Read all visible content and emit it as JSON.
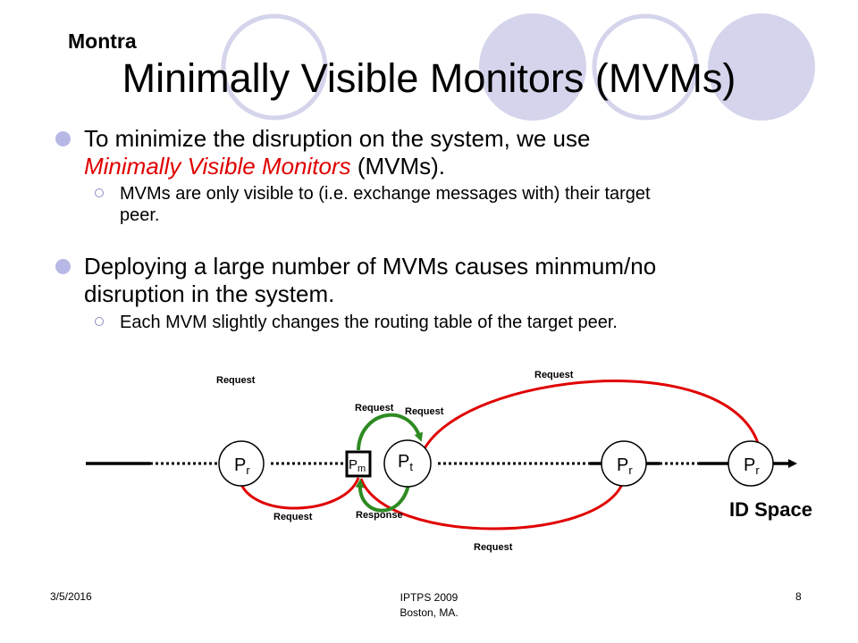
{
  "header": {
    "brand": "Montra",
    "title": "Minimally Visible Monitors (MVMs)"
  },
  "bullets": [
    {
      "line1": "To minimize the disruption on the system, we use",
      "emph": "Minimally Visible Monitors",
      "after_emph": " (MVMs).",
      "sub": [
        {
          "line1": "MVMs are only visible to (i.e. exchange messages with) their target",
          "line2": "peer."
        }
      ]
    },
    {
      "line1": "Deploying a large number of MVMs causes minmum/no",
      "line2": "disruption in the system.",
      "sub": [
        {
          "line1": "Each MVM slightly changes the routing table of the target peer."
        }
      ]
    }
  ],
  "diagram": {
    "axis_label": "ID Space",
    "nodes": [
      {
        "base": "P",
        "sub": "r"
      },
      {
        "base": "P",
        "sub": "m"
      },
      {
        "base": "P",
        "sub": "t"
      },
      {
        "base": "P",
        "sub": "r"
      },
      {
        "base": "P",
        "sub": "r"
      }
    ],
    "arc_labels": {
      "top_left_request": "Request",
      "top_right_request": "Request",
      "green_top_left": "Request",
      "green_top_right": "Request",
      "bottom_left_request": "Request",
      "green_bottom": "Response",
      "bottom_right_request": "Request"
    },
    "colors": {
      "red_arc": "#e00000",
      "green_arc": "#2e8b22",
      "line": "#000000"
    }
  },
  "footer": {
    "date": "3/5/2016",
    "venue_line1": "IPTPS 2009",
    "venue_line2": "Boston, MA.",
    "page": "8"
  },
  "colors": {
    "accent_circle": "#d4d4ec",
    "bullet": "#b8b8e6",
    "emph": "#e00000"
  }
}
